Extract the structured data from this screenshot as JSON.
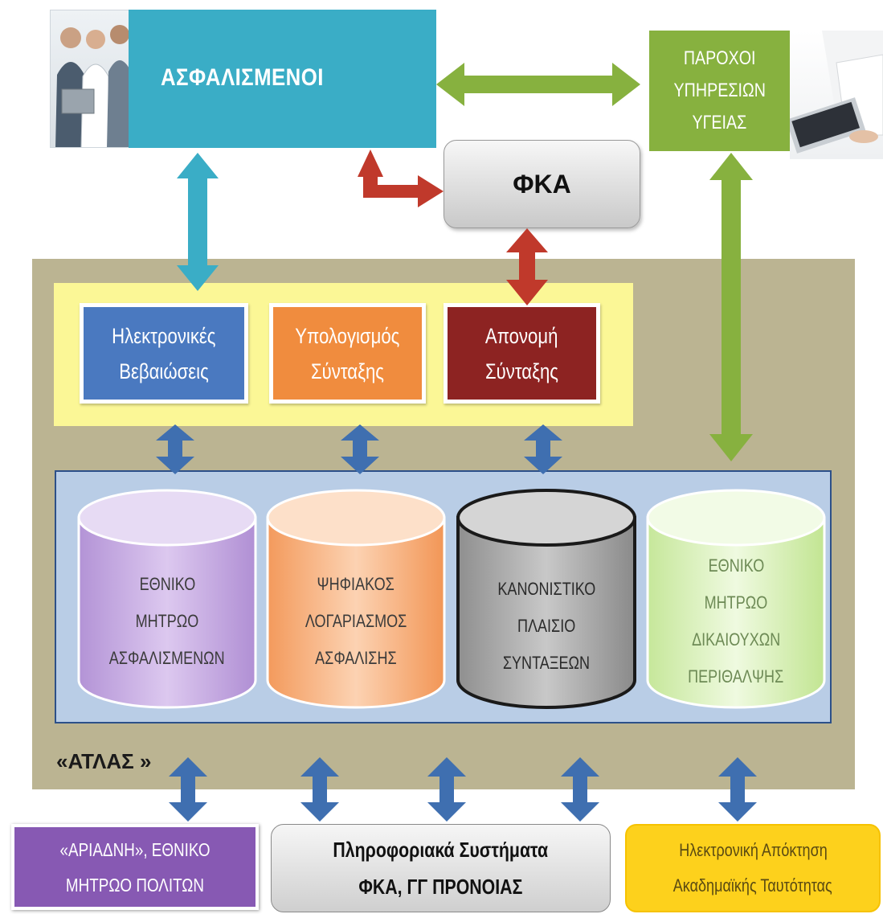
{
  "top": {
    "insured_label": "ΑΣΦΑΛΙΣΜΕΝΟΙ",
    "providers_lines": [
      "ΠΑΡΟΧΟΙ",
      "ΥΠΗΡΕΣΙΩΝ",
      "ΥΓΕΙΑΣ"
    ],
    "fka_label": "ΦΚΑ"
  },
  "services": [
    {
      "lines": [
        "Ηλεκτρονικές",
        "Βεβαιώσεις"
      ],
      "color": "#4a79c0"
    },
    {
      "lines": [
        "Υπολογισμός",
        "Σύνταξης"
      ],
      "color": "#f08c3e"
    },
    {
      "lines": [
        "Απονομή",
        "Σύνταξης"
      ],
      "color": "#8d2322"
    }
  ],
  "registries": [
    {
      "lines": [
        "ΕΘΝΙΚΟ",
        "ΜΗΤΡΩΟ",
        "ΑΣΦΑΛΙΣΜΕΝΩΝ"
      ],
      "color": "#c8b0e2"
    },
    {
      "lines": [
        "ΨΗΦΙΑΚΟΣ",
        "ΛΟΓΑΡΙΑΣΜΟΣ",
        "ΑΣΦΑΛΙΣΗΣ"
      ],
      "color": "#f8b98c"
    },
    {
      "lines": [
        "ΚΑΝΟΝΙΣΤΙΚΟ",
        "ΠΛΑΙΣΙΟ",
        "ΣΥΝΤΑΞΕΩΝ"
      ],
      "color": "#a9a9a9"
    },
    {
      "lines": [
        "ΕΘΝΙΚΟ",
        "ΜΗΤΡΩΟ",
        "ΔΙΚΑΙΟΥΧΩΝ",
        "ΠΕΡΙΘΑΛΨΗΣ"
      ],
      "color": "#d9f0b3"
    }
  ],
  "atlas_label": "«ΑΤΛΑΣ »",
  "bottom": {
    "ariadne_lines": [
      "«ΑΡΙΑΔΝΗ», ΕΘΝΙΚΟ",
      "ΜΗΤΡΩΟ ΠΟΛΙΤΩΝ"
    ],
    "pis_lines": [
      "Πληροφοριακά Συστήματα",
      "ΦΚΑ, ΓΓ ΠΡΟΝΟΙΑΣ"
    ],
    "academic_lines": [
      "Ηλεκτρονική Απόκτηση",
      "Ακαδημαϊκής Ταυτότητας"
    ]
  },
  "colors": {
    "teal_arrow": "#3aadc6",
    "green_arrow": "#87b13f",
    "red_arrow": "#c0392b",
    "blue_arrow": "#3f6fb0"
  },
  "icons": {
    "insured_photo": "people-photo",
    "doctor_photo": "doctor-laptop-photo"
  }
}
